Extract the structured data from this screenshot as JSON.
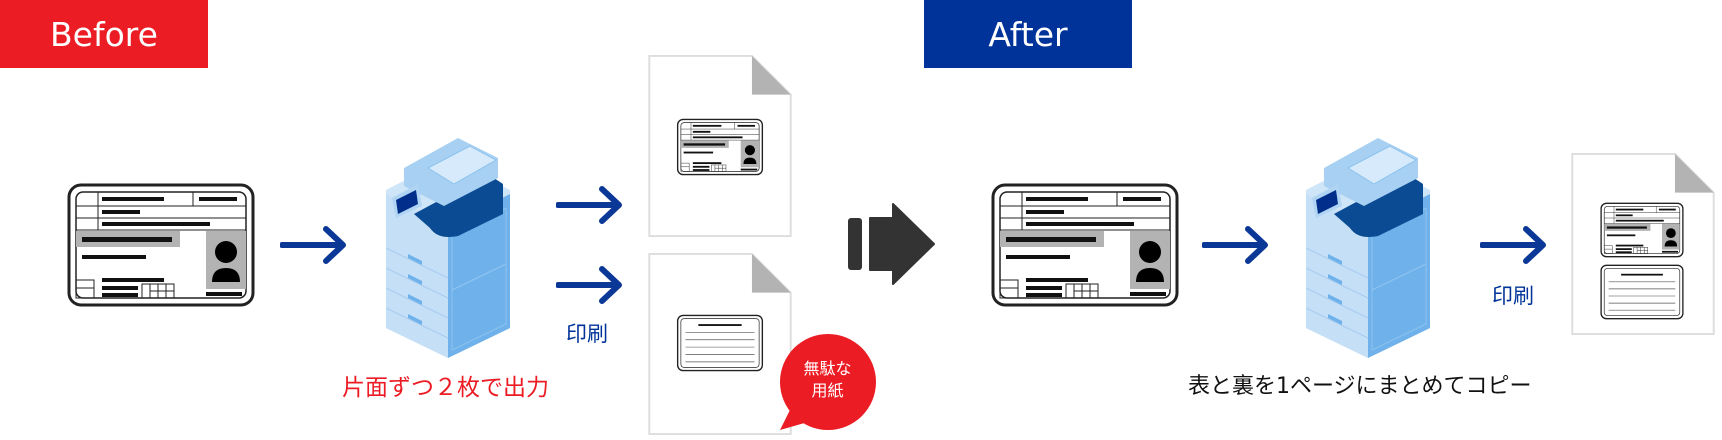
{
  "before": {
    "label": "Before",
    "caption": "片面ずつ２枚で出力",
    "print_label": "印刷",
    "waste_badge_line1": "無駄な",
    "waste_badge_line2": "用紙"
  },
  "after": {
    "label": "After",
    "caption": "表と裏を1ページにまとめてコピー",
    "print_label": "印刷"
  },
  "colors": {
    "before_red": "#ec1c24",
    "after_blue": "#003399",
    "arrow_blue": "#0b3797",
    "transition_arrow": "#333333",
    "copier_light": "#b9daf5",
    "copier_mid": "#6fb1ea",
    "copier_dark": "#0a4b93",
    "card_gray": "#b3b3b3"
  },
  "icons": {
    "id_card": "id-card-icon",
    "copier": "copier-icon",
    "document": "document-icon",
    "arrow": "arrow-right-icon",
    "transition": "transition-arrow-icon"
  }
}
